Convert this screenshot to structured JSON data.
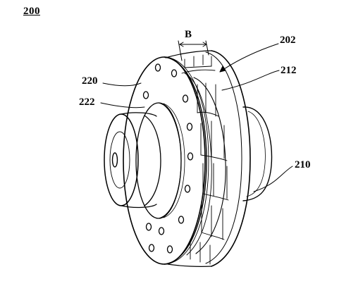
{
  "figure": {
    "number": "200",
    "labels": {
      "b": "B",
      "l202": "202",
      "l212": "212",
      "l220": "220",
      "l222": "222",
      "l210": "210"
    }
  }
}
